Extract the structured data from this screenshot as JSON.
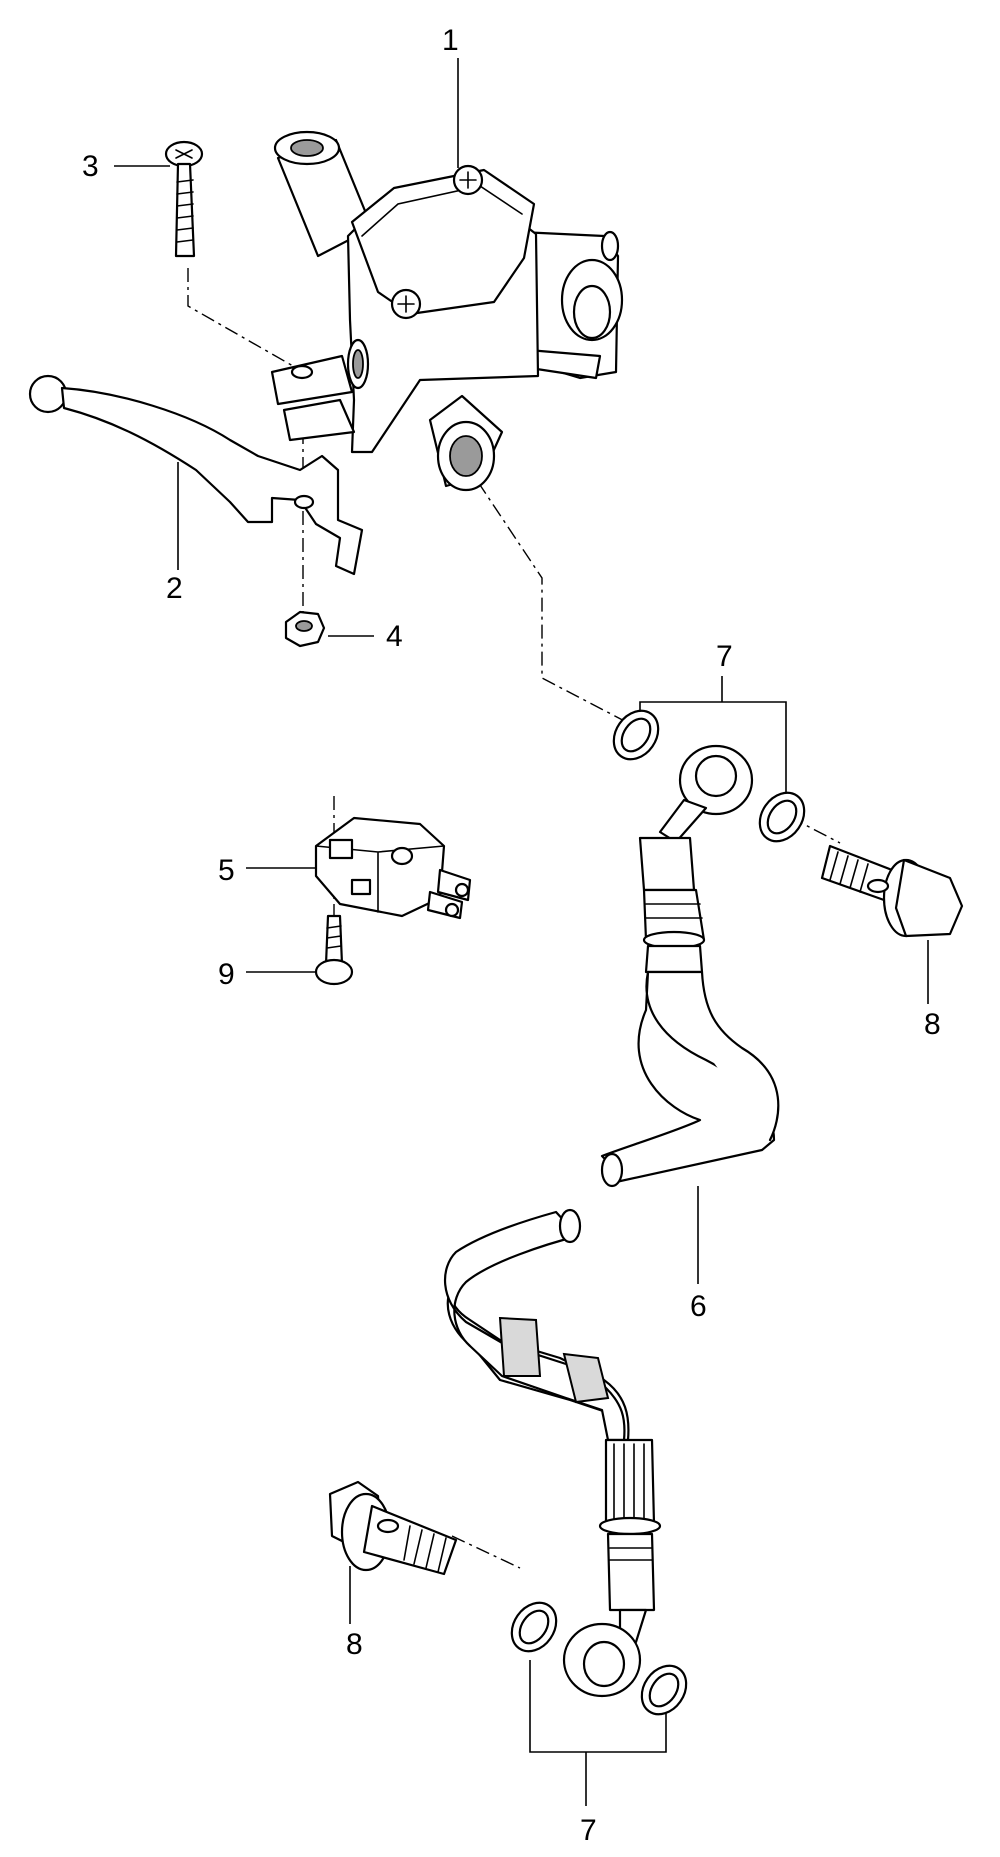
{
  "callouts": {
    "c1": "1",
    "c2": "2",
    "c3": "3",
    "c4": "4",
    "c5": "5",
    "c6": "6",
    "c7_top": "7",
    "c7_bottom": "7",
    "c8_right": "8",
    "c8_left": "8",
    "c9": "9"
  }
}
